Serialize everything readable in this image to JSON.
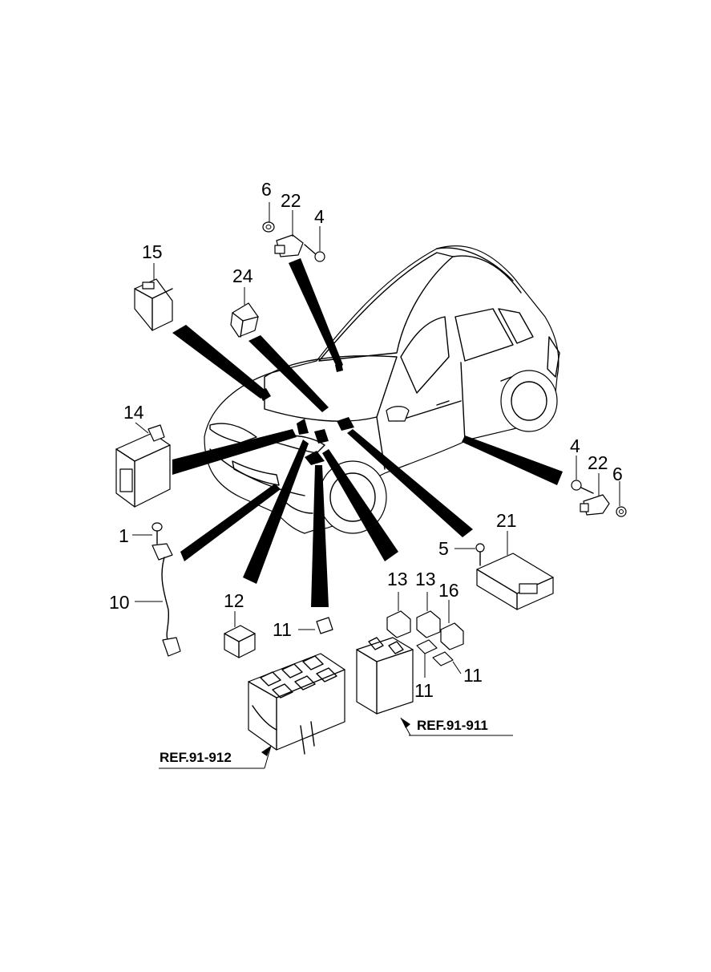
{
  "callouts": [
    {
      "id": "c6a",
      "text": "6"
    },
    {
      "id": "c22a",
      "text": "22"
    },
    {
      "id": "c4a",
      "text": "4"
    },
    {
      "id": "c15",
      "text": "15"
    },
    {
      "id": "c24",
      "text": "24"
    },
    {
      "id": "c14",
      "text": "14"
    },
    {
      "id": "c1",
      "text": "1"
    },
    {
      "id": "c10",
      "text": "10"
    },
    {
      "id": "c12",
      "text": "12"
    },
    {
      "id": "c11a",
      "text": "11"
    },
    {
      "id": "c13a",
      "text": "13"
    },
    {
      "id": "c13b",
      "text": "13"
    },
    {
      "id": "c16",
      "text": "16"
    },
    {
      "id": "c11b",
      "text": "11"
    },
    {
      "id": "c11c",
      "text": "11"
    },
    {
      "id": "c5",
      "text": "5"
    },
    {
      "id": "c21",
      "text": "21"
    },
    {
      "id": "c4b",
      "text": "4"
    },
    {
      "id": "c22b",
      "text": "22"
    },
    {
      "id": "c6b",
      "text": "6"
    }
  ],
  "references": [
    {
      "id": "ref911",
      "text": "REF.91-911"
    },
    {
      "id": "ref912",
      "text": "REF.91-912"
    }
  ]
}
